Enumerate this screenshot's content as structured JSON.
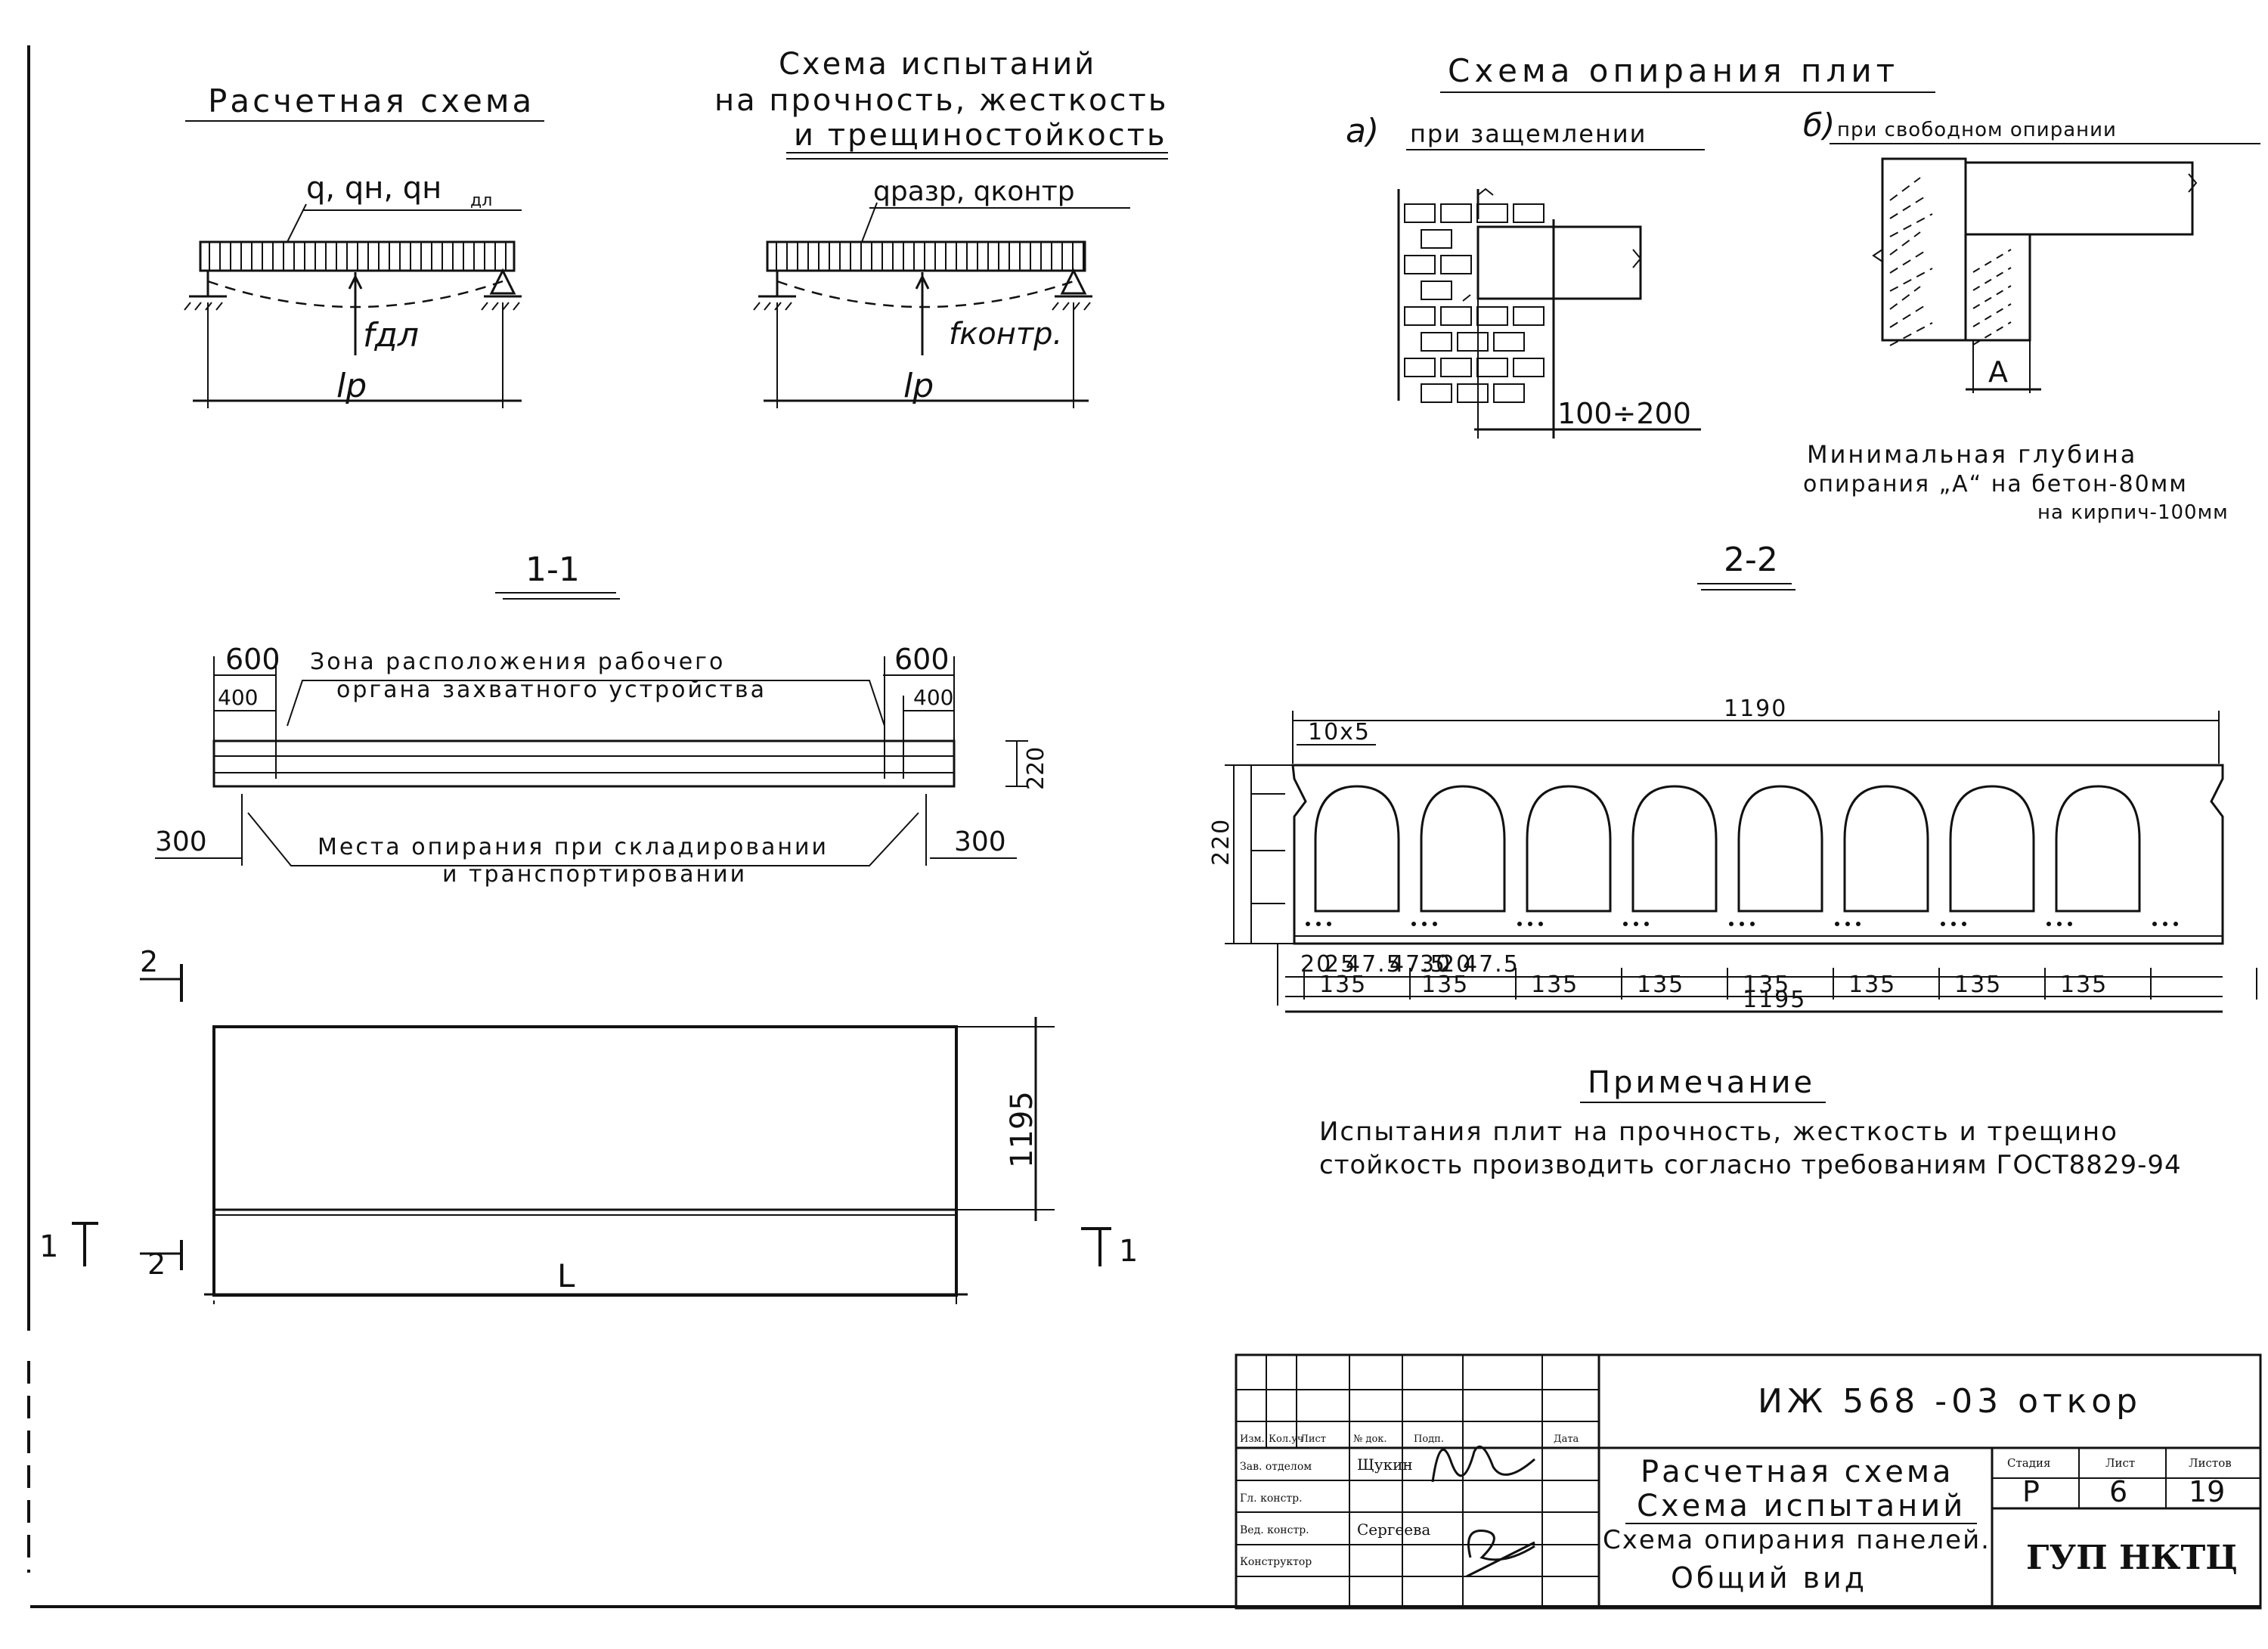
{
  "headings": {
    "calc_scheme": "Расчетная схема",
    "test_scheme_l1": "Схема испытаний",
    "test_scheme_l2": "на прочность, жесткость",
    "test_scheme_l3": "и трещиностойкость",
    "support_scheme": "Схема опирания плит",
    "support_a": "при защемлении",
    "support_a_prefix": "а)",
    "support_b": "при свободном опирании",
    "support_b_prefix": "б)",
    "section_1": "1-1",
    "section_2": "2-2",
    "note_title": "Примечание"
  },
  "labels": {
    "calc_loads": "q, qн, qн",
    "calc_loads_sub": "дл",
    "calc_deflection": "fдл",
    "calc_span": "lp",
    "test_loads": "qразр, qконтр",
    "test_deflection": "fконтр.",
    "test_span": "lp",
    "brick_depth": "100÷200",
    "min_depth_l1": "Минимальная глубина",
    "min_depth_l2": "опирания „А“ на бетон-80мм",
    "min_depth_l3": "на кирпич-100мм",
    "depth_a": "А",
    "grip_zone_l1": "Зона расположения рабочего",
    "grip_zone_l2": "органа захватного устройства",
    "storage_l1": "Места опирания при складировании",
    "storage_l2": "и транспортировании",
    "dim_600_left": "600",
    "dim_600_right": "600",
    "dim_400_left": "400",
    "dim_400_right": "400",
    "dim_220": "220",
    "dim_300_left": "300",
    "dim_300_right": "300",
    "dim_1195": "1195",
    "dim_L": "L",
    "cut_1_left": "1",
    "cut_1_right": "1",
    "cut_2_top": "2",
    "cut_2_bottom": "2"
  },
  "section_dims": {
    "overall_top": "1190",
    "overall_bottom": "1195",
    "pitch": [
      "135",
      "135",
      "135",
      "135",
      "135",
      "135",
      "135",
      "135"
    ],
    "small": [
      "20",
      "25",
      "47.5",
      "47.5",
      "30",
      "20",
      "47.5"
    ],
    "left_height": "220",
    "notch": "10х5"
  },
  "note": {
    "line1": "Испытания плит на прочность, жесткость и трещино",
    "line2": "стойкость производить согласно требованиям ГОСТ8829-94"
  },
  "title_block": {
    "code": "ИЖ 568 -03 откор",
    "head_cells": [
      "Изм.",
      "Кол.уч",
      "Лист",
      "№ док.",
      "Подп.",
      "Дата"
    ],
    "roles": [
      "Зав. отделом",
      "Гл. констр.",
      "Вед. констр.",
      "Конструктор"
    ],
    "names": [
      "Щукин",
      "",
      "Сергеева",
      ""
    ],
    "sheet_title_l1": "Расчетная схема",
    "sheet_title_l2": "Схема испытаний",
    "sheet_title_l3": "Схема опирания панелей.",
    "sheet_title_l4": "Общий вид",
    "stage_label": "Стадия",
    "sheet_label": "Лист",
    "sheets_label": "Листов",
    "stage": "Р",
    "sheet": "6",
    "sheets": "19",
    "org": "ГУП НКТЦ"
  }
}
